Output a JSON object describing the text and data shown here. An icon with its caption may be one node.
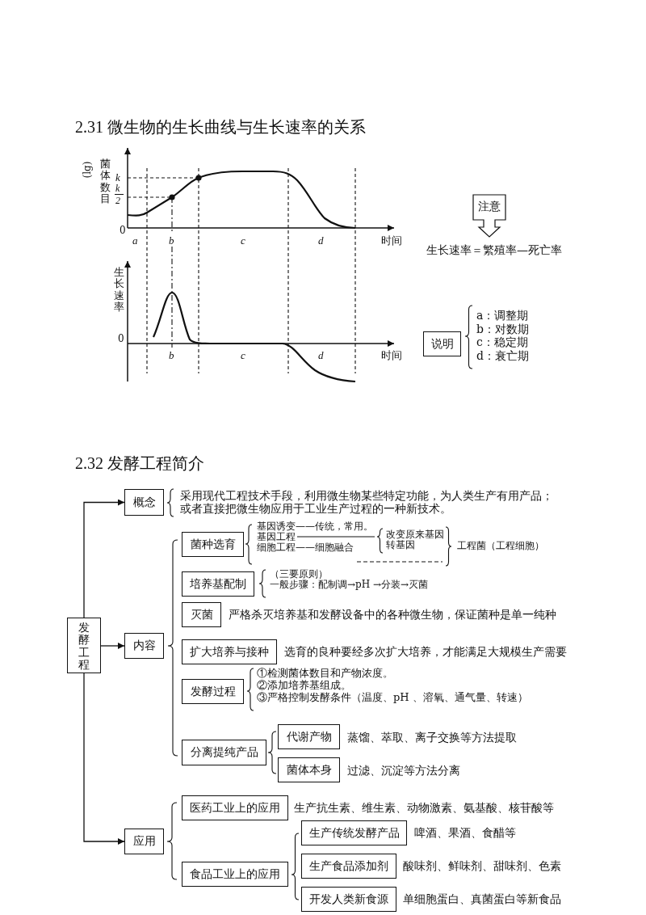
{
  "diagram": {
    "nodes": [
      {
        "text": [
          "注意"
        ],
        "beside": [
          "生长速率＝繁殖率—死亡率"
        ]
      },
      {
        "text": [
          "说明"
        ],
        "beside": [
          "a：调整期",
          "b：对数期",
          "c：稳定期",
          "d：衰亡期"
        ]
      },
      {
        "text": [
          "发酵工程"
        ]
      },
      {
        "text": [
          "概念"
        ],
        "beside": [
          "采用现代工程技术手段，利用微生物某些特定功能，为人类生产有用产品；或者直接把微生物应用于工业生产过程的一种新技术。"
        ]
      },
      {
        "text": [
          "内容"
        ]
      },
      {
        "text": [
          "菌种选育"
        ],
        "beside": [
          "基因诱变——传统，常用。",
          "基因工程",
          "细胞工程——细胞融合"
        ]
      },
      {
        "text": [
          "培养基配制"
        ],
        "beside": [
          "（三要原则）",
          "一般步骤：配制调→pH →分装→灭菌"
        ]
      },
      {
        "text": [
          "灭菌"
        ],
        "beside": [
          "严格杀灭培养基和发酵设备中的各种微生物，保证菌种是单一纯种"
        ]
      },
      {
        "text": [
          "扩大培养与接种"
        ],
        "beside": [
          "选育的良种要经多次扩大培养，才能满足大规模生产需要"
        ]
      },
      {
        "text": [
          "发酵过程"
        ],
        "beside": [
          "①检测菌体数目和产物浓度。",
          "②添加培养基组成。",
          "③严格控制发酵条件（温度、pH 、溶氧、通气量、转速）"
        ]
      },
      {
        "text": [
          "分离提纯产品"
        ]
      },
      {
        "text": [
          "代谢产物"
        ],
        "beside": [
          "蒸馏、萃取、离子交换等方法提取"
        ]
      },
      {
        "text": [
          "菌体本身"
        ],
        "beside": [
          "过滤、沉淀等方法分离"
        ]
      },
      {
        "text": [
          "应用"
        ]
      },
      {
        "text": [
          "医药工业上的应用"
        ],
        "beside": [
          "生产抗生素、维生素、动物激素、氨基酸、核苷酸等"
        ]
      },
      {
        "text": [
          "食品工业上的应用"
        ]
      },
      {
        "text": [
          "生产传统发酵产品"
        ],
        "beside": [
          "啤酒、果酒、食醋等"
        ]
      },
      {
        "text": [
          "生产食品添加剂"
        ],
        "beside": [
          "酸味剂、鲜味剂、甜味剂、色素"
        ]
      },
      {
        "text": [
          "开发人类新食源"
        ],
        "beside": [
          "单细胞蛋白、真菌蛋白等新食品"
        ]
      }
    ],
    "edges": [
      {
        "from": 2,
        "to": 3,
        "arrow": "to"
      },
      {
        "from": 2,
        "to": 4,
        "arrow": "to"
      },
      {
        "from": 2,
        "to": 13,
        "arrow": "to"
      }
    ],
    "labels": [
      "2.31 微生物的生长曲线与生长速率的关系",
      "菌体数目",
      "(lg)",
      "k",
      "k",
      "2",
      "0",
      "a",
      "b",
      "c",
      "d",
      "时间",
      "生长速率",
      "0",
      "b",
      "c",
      "d",
      "时间",
      "2.32 发酵工程简介",
      "改变原来基因",
      "转基因",
      "工程菌（工程细胞）"
    ]
  }
}
